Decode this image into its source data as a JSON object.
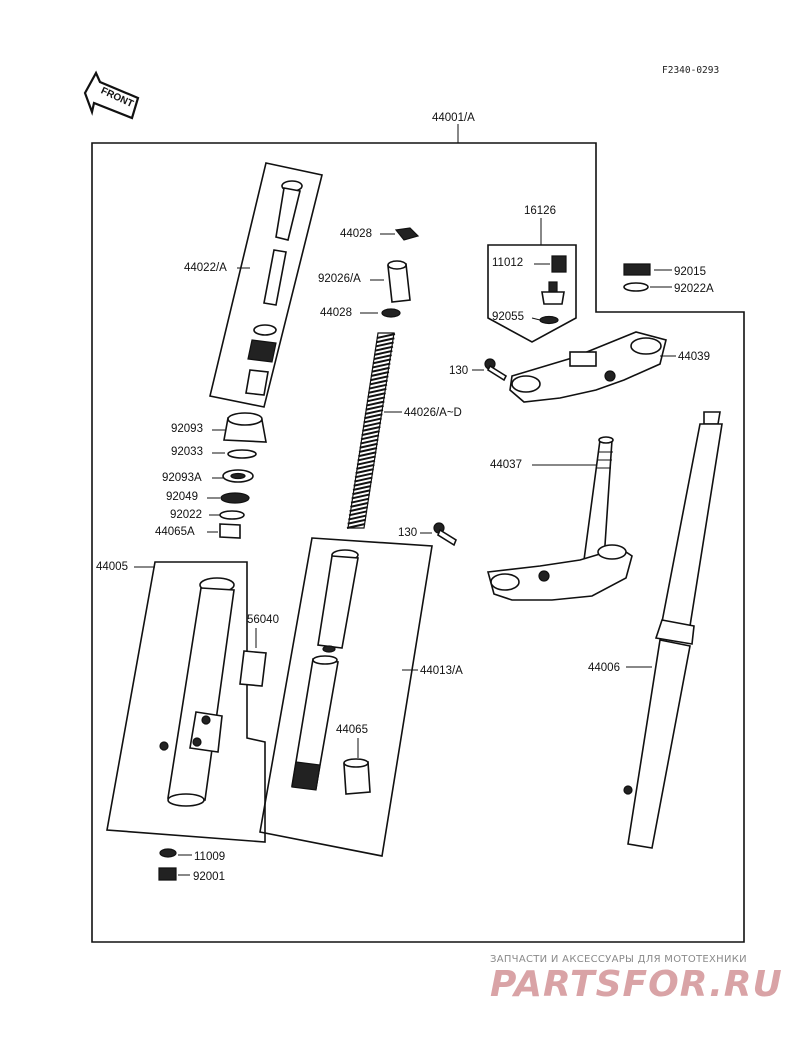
{
  "ref_code": "F2340-0293",
  "front_label": "FRONT",
  "labels": {
    "p44001A": "44001/A",
    "p16126": "16126",
    "p44028a": "44028",
    "p44022A": "44022/A",
    "p92026A": "92026/A",
    "p44028b": "44028",
    "p11012": "11012",
    "p92055": "92055",
    "p92015": "92015",
    "p92022A": "92022A",
    "p130a": "130",
    "p44039": "44039",
    "p44026": "44026/A~D",
    "p92093": "92093",
    "p92033": "92033",
    "p92093A": "92093A",
    "p92049": "92049",
    "p92022": "92022",
    "p44065A": "44065A",
    "p44037": "44037",
    "p130b": "130",
    "p44005": "44005",
    "p56040": "56040",
    "p44013A": "44013/A",
    "p44006": "44006",
    "p44065": "44065",
    "p11009": "11009",
    "p92001": "92001"
  },
  "watermark": {
    "line1": "ЗАПЧАСТИ И АКСЕССУАРЫ ДЛЯ МОТОТЕХНИКИ",
    "line2": "PARTSFOR.RU"
  }
}
